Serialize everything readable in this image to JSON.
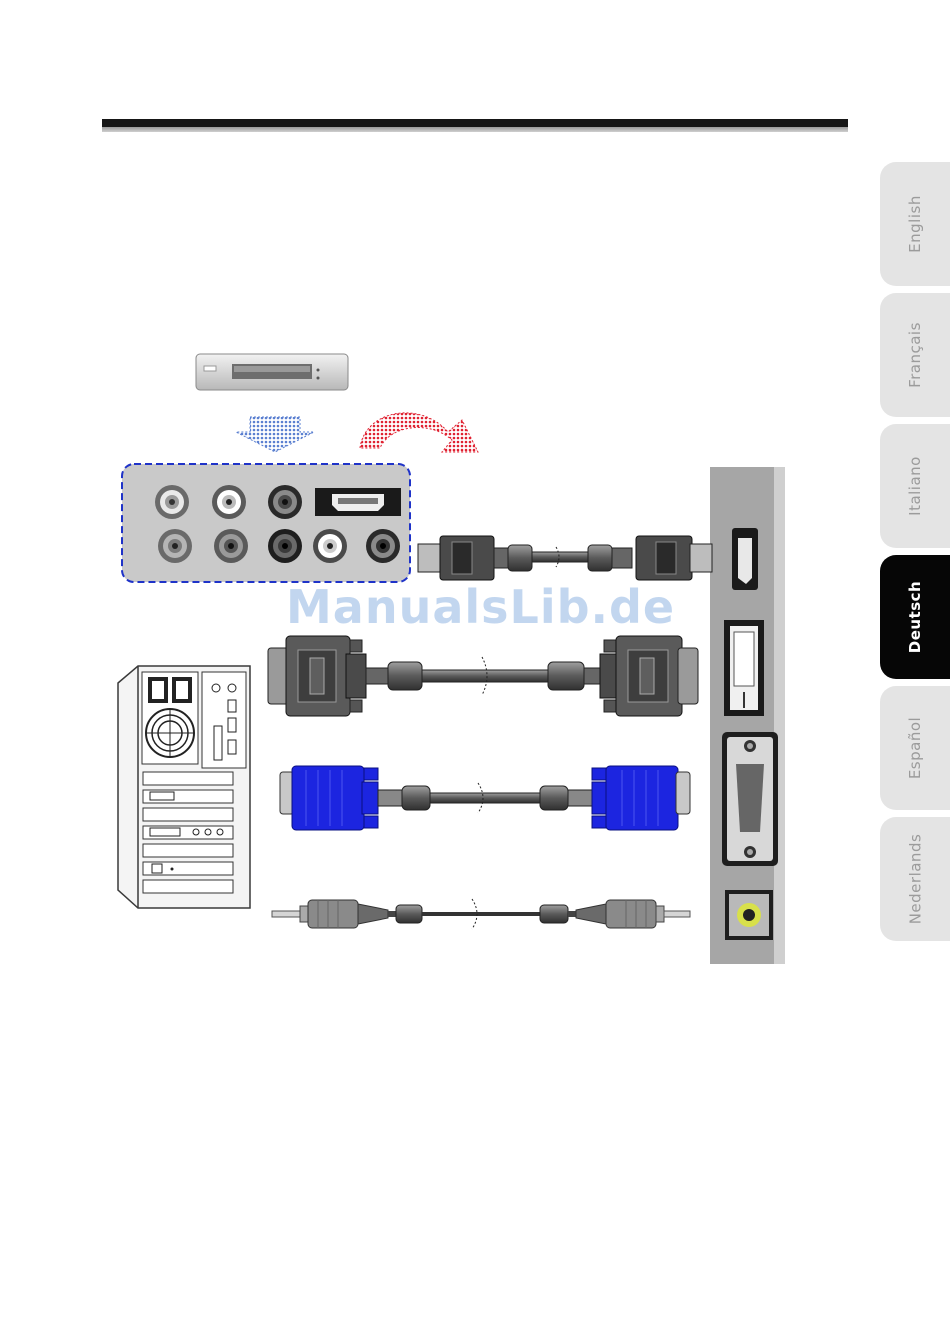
{
  "languages": [
    {
      "label": "English",
      "active": false
    },
    {
      "label": "Français",
      "active": false
    },
    {
      "label": "Italiano",
      "active": false
    },
    {
      "label": "Deutsch",
      "active": true
    },
    {
      "label": "Español",
      "active": false
    },
    {
      "label": "Nederlands",
      "active": false
    }
  ],
  "watermark": "ManualsLib.de",
  "colors": {
    "vga_blue": "#1c25e0",
    "connector_panel_bg": "#c9c9c9",
    "arrow_blue": "#6b8fd6",
    "arrow_red": "#e02030",
    "audio_port_ring": "#d8e04a",
    "active_tab": "#060606",
    "inactive_tab": "#e4e4e4"
  }
}
